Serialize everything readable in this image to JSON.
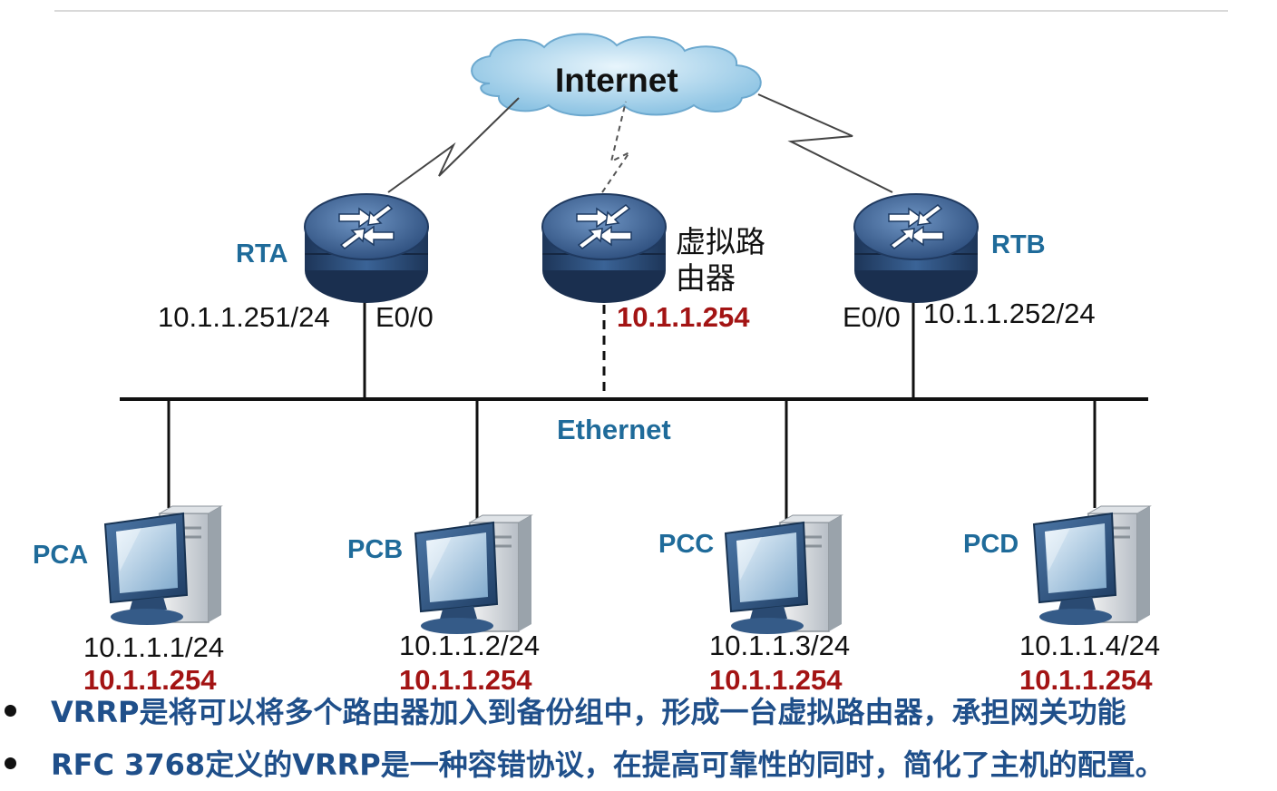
{
  "cloud": {
    "label": "Internet"
  },
  "routers": {
    "rta": {
      "name": "RTA",
      "ip": "10.1.1.251/24",
      "port": "E0/0"
    },
    "virtual": {
      "name_line1": "虚拟路",
      "name_line2": "由器",
      "ip": "10.1.1.254"
    },
    "rtb": {
      "name": "RTB",
      "ip": "10.1.1.252/24",
      "port": "E0/0"
    }
  },
  "network": {
    "label": "Ethernet"
  },
  "pcs": [
    {
      "name": "PCA",
      "ip": "10.1.1.1/24",
      "gateway": "10.1.1.254"
    },
    {
      "name": "PCB",
      "ip": "10.1.1.2/24",
      "gateway": "10.1.1.254"
    },
    {
      "name": "PCC",
      "ip": "10.1.1.3/24",
      "gateway": "10.1.1.254"
    },
    {
      "name": "PCD",
      "ip": "10.1.1.4/24",
      "gateway": "10.1.1.254"
    }
  ],
  "bullets": [
    "VRRP是将可以将多个路由器加入到备份组中，形成一台虚拟路由器，承担网关功能",
    "RFC 3768定义的VRRP是一种容错协议，在提高可靠性的同时，简化了主机的配置。"
  ],
  "colors": {
    "label_blue": "#1f6b9a",
    "gateway_red": "#a31414",
    "bullet_text": "#1f4f8a",
    "router_body": "#2d4f7c",
    "cloud": "#a9d4ec"
  }
}
